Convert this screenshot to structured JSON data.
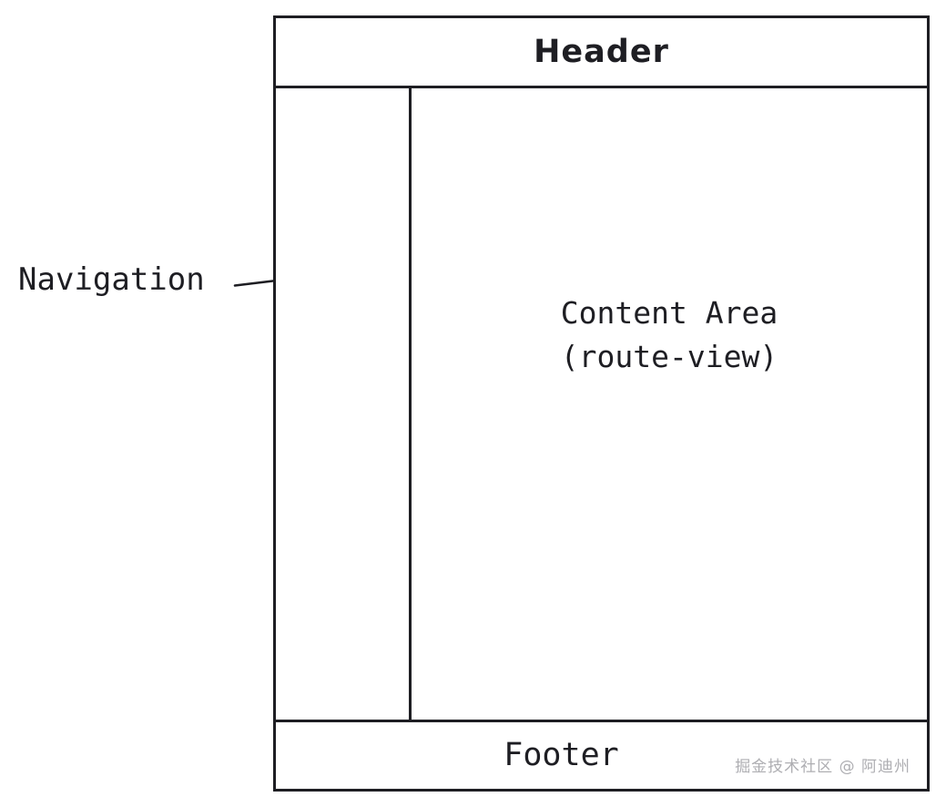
{
  "diagram": {
    "type": "wireframe-layout",
    "title": "SPA layout wireframe",
    "regions": {
      "header": {
        "label": "Header"
      },
      "navigation": {
        "label": "",
        "annotation_label": "Navigation",
        "annotation_icon": "arrow-right-icon"
      },
      "content": {
        "line1": "Content Area",
        "line2": "(route-view)"
      },
      "footer": {
        "label": "Footer"
      }
    },
    "watermark": "掘金技术社区 @ 阿迪州",
    "colors": {
      "stroke": "#1e1e23",
      "background": "#ffffff",
      "watermark": "#aeaeb2"
    }
  }
}
